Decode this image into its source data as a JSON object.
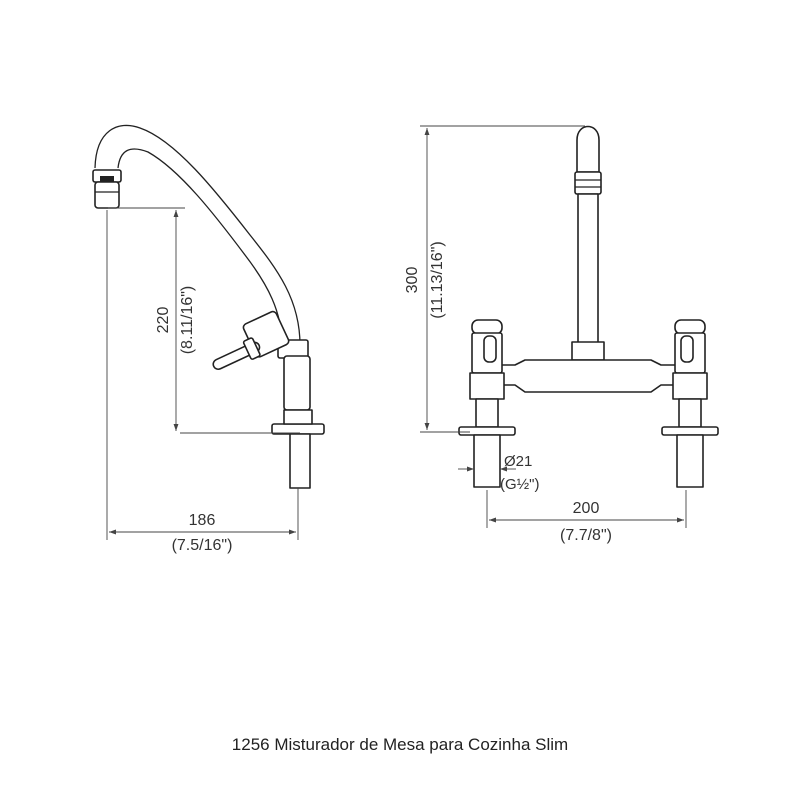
{
  "caption": "1256 Misturador de Mesa para Cozinha Slim",
  "side_view": {
    "height_mm": "220",
    "height_in": "(8.11/16\")",
    "reach_mm": "186",
    "reach_in": "(7.5/16\")"
  },
  "front_view": {
    "height_mm": "300",
    "height_in": "(11.13/16\")",
    "diameter_mm": "Ø21",
    "thread": "(G½\")",
    "spacing_mm": "200",
    "spacing_in": "(7.7/8\")"
  }
}
